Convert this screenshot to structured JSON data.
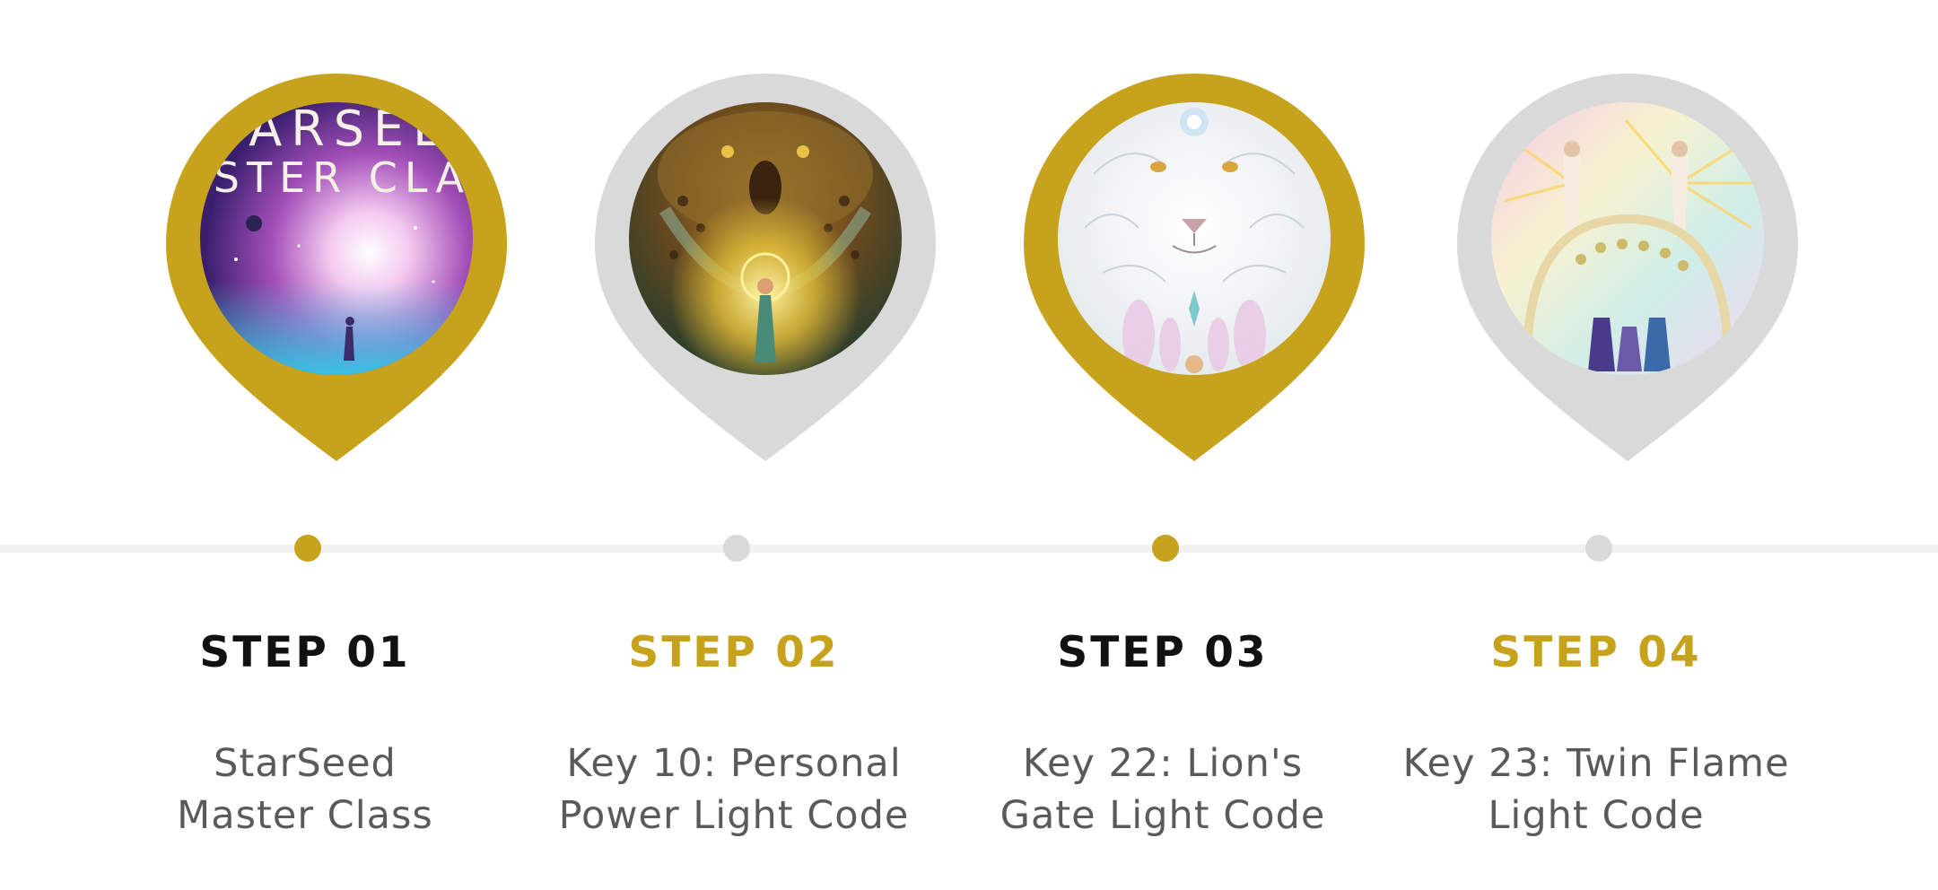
{
  "colors": {
    "gold": "#c6a21d",
    "grey": "#d9d9d9",
    "line": "#f1f1f1",
    "dark_text": "#111111",
    "body_text": "#5a5a5a"
  },
  "steps": [
    {
      "label": "STEP 01",
      "title_line1": "StarSeed",
      "title_line2": "Master Class",
      "accent": "gold",
      "label_color": "#111111",
      "image_icon": "starseed-galaxy-image",
      "image_text_1": "STARSEED",
      "image_text_2": "MASTER CLASS"
    },
    {
      "label": "STEP 02",
      "title_line1": "Key 10: Personal",
      "title_line2": "Power Light Code",
      "accent": "grey",
      "label_color": "#c6a21d",
      "image_icon": "leopard-goddess-image"
    },
    {
      "label": "STEP 03",
      "title_line1": "Key 22: Lion's",
      "title_line2": "Gate Light Code",
      "accent": "gold",
      "label_color": "#111111",
      "image_icon": "white-lion-image"
    },
    {
      "label": "STEP 04",
      "title_line1": "Key 23: Twin Flame",
      "title_line2": "Light Code",
      "accent": "grey",
      "label_color": "#c6a21d",
      "image_icon": "twin-flame-angels-image"
    }
  ]
}
